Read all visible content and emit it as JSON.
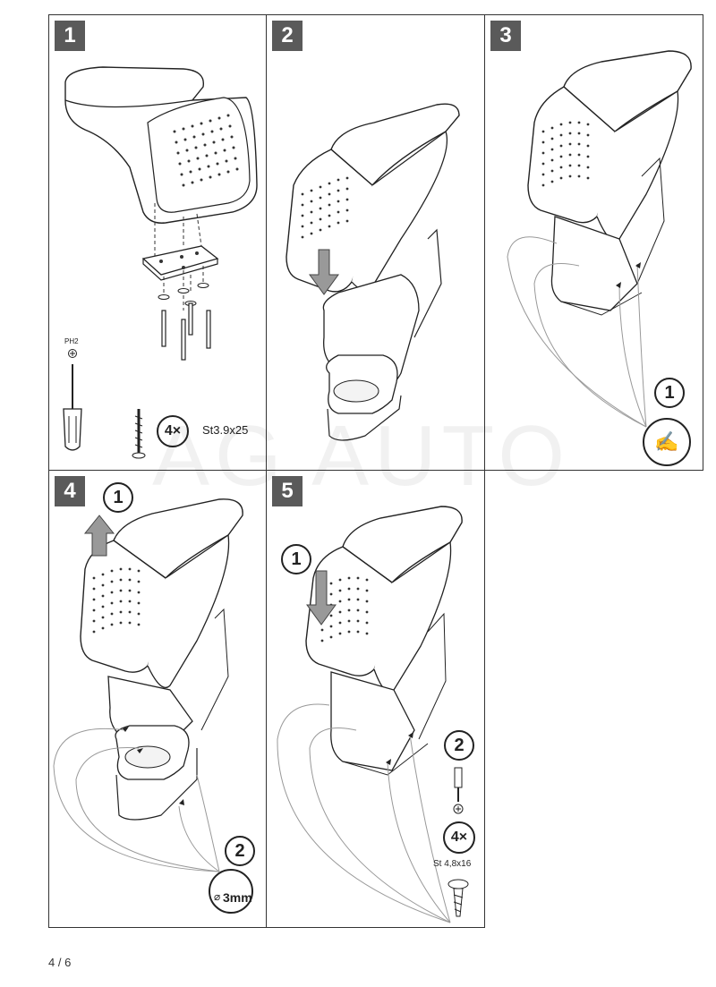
{
  "steps": [
    "1",
    "2",
    "3",
    "4",
    "5"
  ],
  "step1": {
    "driver_label": "PH2",
    "quantity": "4×",
    "screw_spec": "St3.9x25"
  },
  "step3": {
    "callout": "1"
  },
  "step4": {
    "callout_top": "1",
    "callout_bottom": "2",
    "drill_size": "3mm"
  },
  "step5": {
    "callout_top": "1",
    "callout_bottom": "2",
    "quantity": "4×",
    "screw_spec": "St 4,8x16"
  },
  "watermark": "AG AUTO",
  "page_number": "4 / 6"
}
